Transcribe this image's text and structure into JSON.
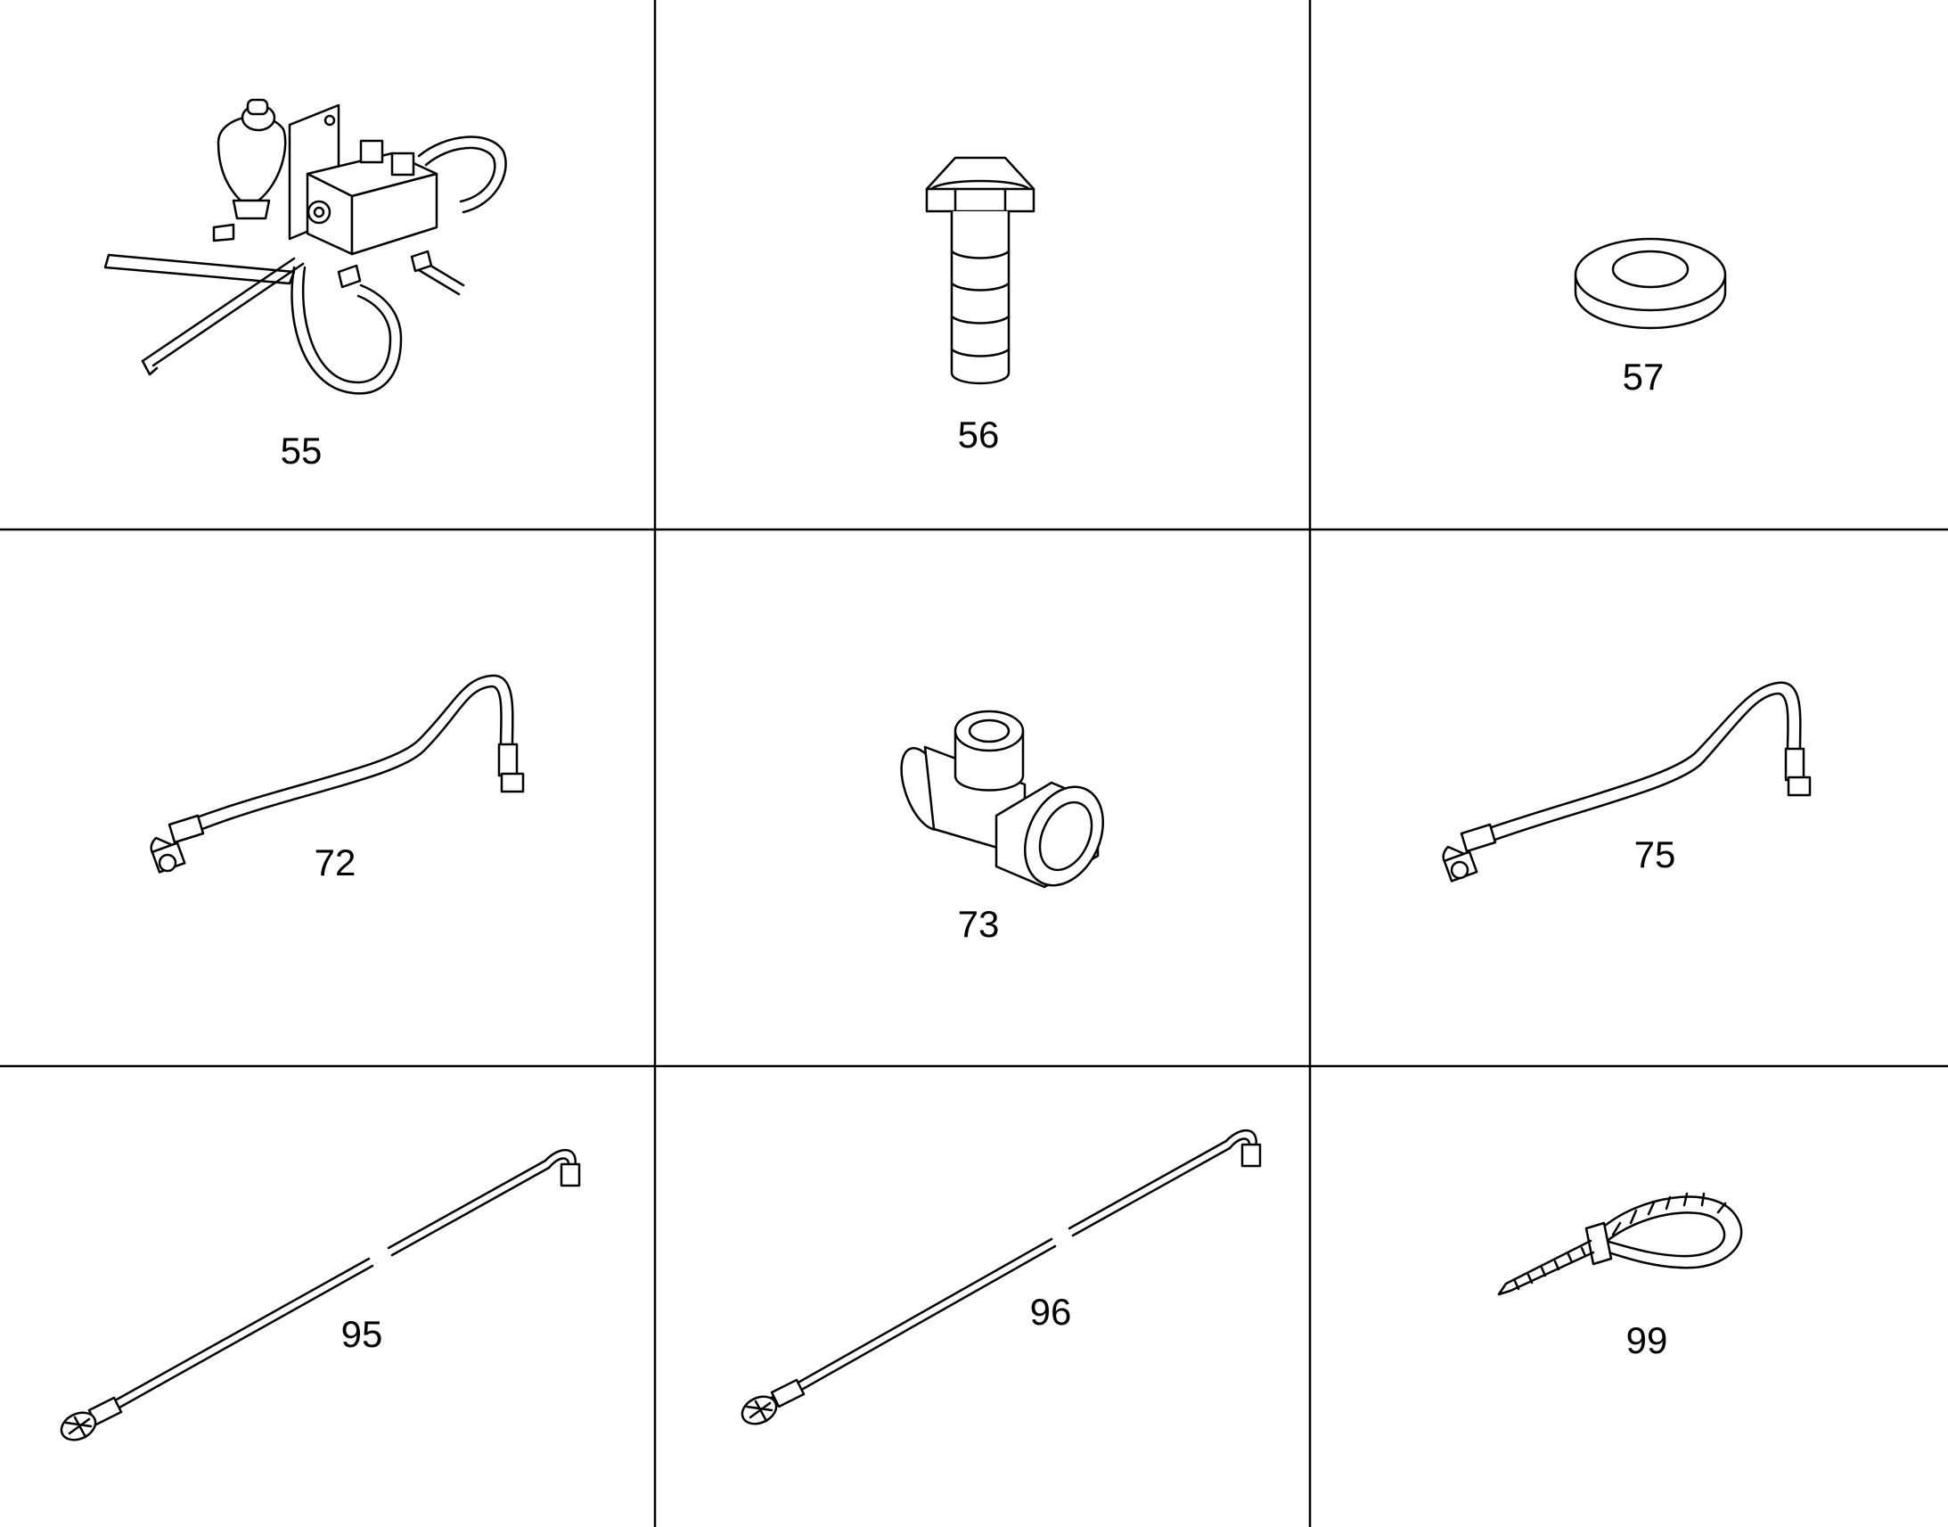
{
  "diagram": {
    "parts": [
      {
        "id": "valve-assembly",
        "label": "55"
      },
      {
        "id": "hex-bolt",
        "label": "56"
      },
      {
        "id": "washer",
        "label": "57"
      },
      {
        "id": "hose-a",
        "label": "72"
      },
      {
        "id": "tee-fitting",
        "label": "73"
      },
      {
        "id": "hose-b",
        "label": "75"
      },
      {
        "id": "thermocouple-a",
        "label": "95"
      },
      {
        "id": "thermocouple-b",
        "label": "96"
      },
      {
        "id": "cable-tie",
        "label": "99"
      }
    ]
  },
  "colors": {
    "line": "#000000",
    "background": "#ffffff"
  }
}
